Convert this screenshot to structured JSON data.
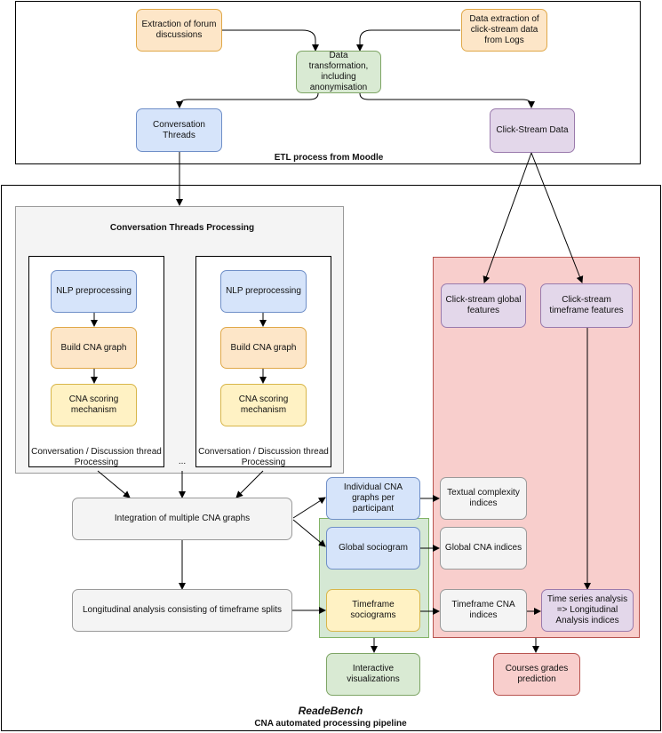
{
  "nodes": {
    "forum": "Extraction of forum discussions",
    "clickstream_extract": "Data extraction of click-stream data from Logs",
    "transform": "Data transformation, including anonymisation",
    "threads": "Conversation Threads",
    "clickstream_data": "Click-Stream Data",
    "nlp1": "NLP preprocessing",
    "cna1": "Build CNA graph",
    "score1": "CNA scoring mechanism",
    "nlp2": "NLP preprocessing",
    "cna2": "Build CNA graph",
    "score2": "CNA scoring mechanism",
    "cs_global": "Click-stream global features",
    "cs_timeframe": "Click-stream timeframe features",
    "integration": "Integration of multiple CNA graphs",
    "individual": "Individual CNA graphs per participant",
    "global_socio": "Global sociogram",
    "textual": "Textual complexity indices",
    "global_cna": "Global CNA indices",
    "longitudinal": "Longitudinal analysis consisting of timeframe splits",
    "timeframe_socio": "Timeframe sociograms",
    "timeframe_cna": "Timeframe CNA indices",
    "time_series": "Time series analysis => Longitudinal Analysis indices",
    "interactive": "Interactive visualizations",
    "grades": "Courses grades prediction"
  },
  "labels": {
    "etl": "ETL process from Moodle",
    "ctp": "Conversation Threads Processing",
    "thread1": "Conversation / Discussion thread Processing",
    "thread2": "Conversation / Discussion thread Processing",
    "ellipsis": "...",
    "readebench": "ReadeBench",
    "pipeline": "CNA automated processing pipeline"
  }
}
